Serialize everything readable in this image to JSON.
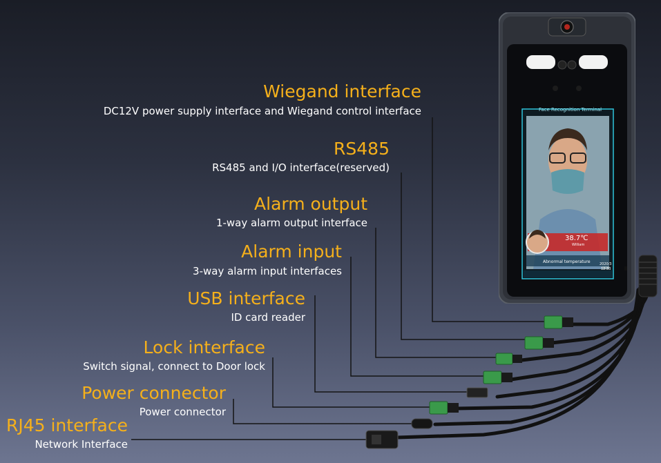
{
  "interfaces": [
    {
      "title": "Wiegand interface",
      "description": "DC12V power supply interface and Wiegand control interface"
    },
    {
      "title": "RS485",
      "description": "RS485 and I/O interface(reserved)"
    },
    {
      "title": "Alarm output",
      "description": "1-way alarm output interface"
    },
    {
      "title": "Alarm input",
      "description": "3-way alarm input interfaces"
    },
    {
      "title": "USB interface",
      "description": "ID card reader"
    },
    {
      "title": "Lock interface",
      "description": "Switch signal, connect to Door lock"
    },
    {
      "title": "Power connector",
      "description": "Power connector"
    },
    {
      "title": "RJ45 interface",
      "description": "Network Interface"
    }
  ],
  "device_screen": {
    "header": "Face Recognition Terminal",
    "temperature": "38.7℃",
    "name": "William",
    "status": "Abnormal temperature",
    "date": "2020/3",
    "time": "12:33"
  },
  "colors": {
    "title": "#f5b01b",
    "description": "#ffffff",
    "line": "#1a1a1a",
    "alert": "#e23c3c"
  }
}
